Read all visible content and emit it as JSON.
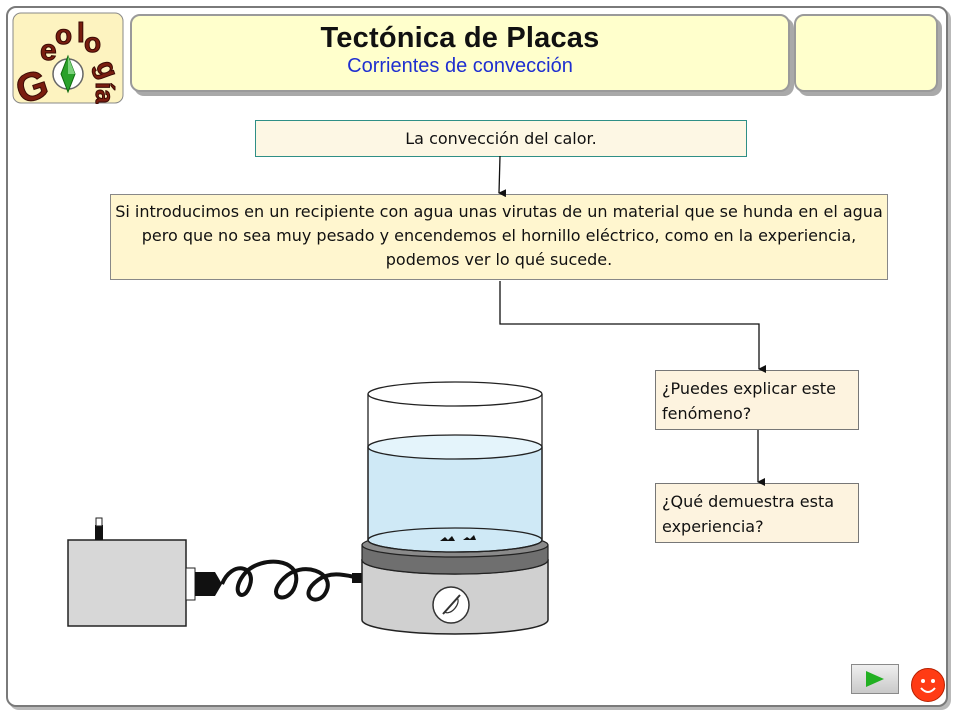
{
  "header": {
    "title": "Tectónica de Placas",
    "subtitle": "Corrientes de convección"
  },
  "logo": {
    "text": "Geología"
  },
  "heading": "La convección del calor.",
  "paragraph": "Si introducimos en un recipiente con agua unas virutas de un material que se hunda en el agua pero que no sea muy pesado y encendemos el hornillo eléctrico, como en la experiencia, podemos ver lo qué sucede.",
  "questions": [
    "¿Puedes explicar este fenómeno?",
    "¿Qué demuestra esta experiencia?"
  ],
  "nav": {
    "next_icon": "play-right-icon",
    "face_icon": "smiley-face-icon"
  },
  "colors": {
    "title_bg": "#ffffcc",
    "subtitle": "#1f2fd0",
    "water": "#cfe9f6",
    "next_arrow": "#22b022",
    "smiley": "#ff3b14"
  }
}
